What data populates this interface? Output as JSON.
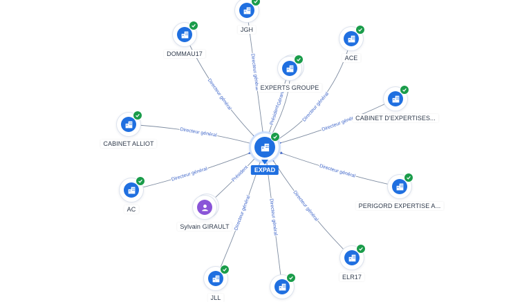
{
  "diagram": {
    "center": {
      "label": "EXPAD",
      "icon": "building-icon",
      "verified": true
    },
    "nodes": [
      {
        "id": "jgh",
        "label": "JGH",
        "icon": "building-icon",
        "verified": true,
        "stack": false
      },
      {
        "id": "dommau17",
        "label": "DOMMAU17",
        "icon": "building-icon",
        "verified": true,
        "stack": false
      },
      {
        "id": "ace",
        "label": "ACE",
        "icon": "building-icon",
        "verified": true,
        "stack": false
      },
      {
        "id": "experts-groupe",
        "label": "EXPERTS GROUPE",
        "icon": "building-icon",
        "verified": true,
        "stack": true
      },
      {
        "id": "cabinet-expertises",
        "label": "CABINET D'EXPERTISES...",
        "icon": "building-icon",
        "verified": true,
        "stack": false
      },
      {
        "id": "cabinet-alliot",
        "label": "CABINET ALLIOT",
        "icon": "building-icon",
        "verified": true,
        "stack": false
      },
      {
        "id": "ac",
        "label": "AC",
        "icon": "building-icon",
        "verified": true,
        "stack": false
      },
      {
        "id": "sylvain-girault",
        "label": "Sylvain GIRAULT",
        "icon": "person-icon",
        "verified": false,
        "stack": true
      },
      {
        "id": "perigord",
        "label": "PERIGORD EXPERTISE A...",
        "icon": "building-icon",
        "verified": true,
        "stack": false
      },
      {
        "id": "elr17",
        "label": "ELR17",
        "icon": "building-icon",
        "verified": true,
        "stack": false
      },
      {
        "id": "jll",
        "label": "JLL",
        "icon": "building-icon",
        "verified": true,
        "stack": false
      },
      {
        "id": "bottom-unlabeled",
        "label": "",
        "icon": "building-icon",
        "verified": true,
        "stack": false
      }
    ],
    "edges": [
      {
        "to": "jgh",
        "label": "Directeur général"
      },
      {
        "to": "dommau17",
        "label": "Directeur général"
      },
      {
        "to": "ace",
        "label": "Directeur général"
      },
      {
        "to": "experts-groupe",
        "label": "Président"
      },
      {
        "to": "experts-groupe",
        "label": "Gérant"
      },
      {
        "to": "cabinet-expertises",
        "label": "Directeur général"
      },
      {
        "to": "cabinet-alliot",
        "label": "Directeur général"
      },
      {
        "to": "ac",
        "label": "Directeur général"
      },
      {
        "to": "sylvain-girault",
        "label": "Président"
      },
      {
        "to": "perigord",
        "label": "Directeur général"
      },
      {
        "to": "elr17",
        "label": "Directeur général"
      },
      {
        "to": "jll",
        "label": "Directeur général"
      },
      {
        "to": "bottom-unlabeled",
        "label": "Directeur général"
      }
    ],
    "colors": {
      "edge": "#7d8ba0",
      "edge_label": "#3f66c9",
      "company": "#1f6fe0",
      "person": "#8a55d8",
      "verified": "#1a9c4a"
    }
  }
}
